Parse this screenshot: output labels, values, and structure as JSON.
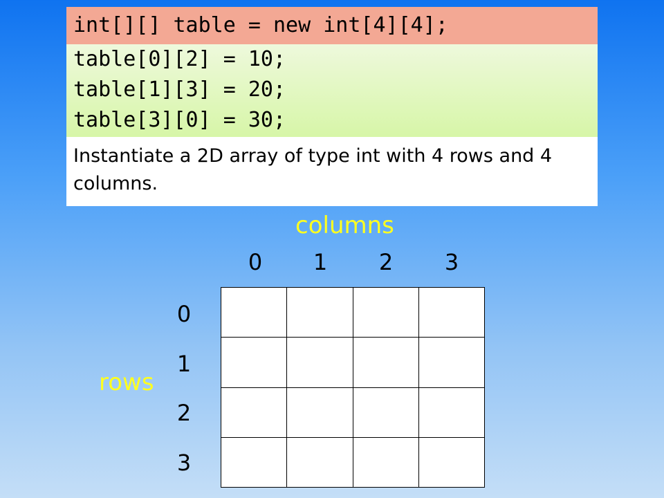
{
  "code": {
    "declaration": "int[][] table = new int[4][4];",
    "lines": [
      "table[0][2] = 10;",
      "table[1][3] = 20;",
      "table[3][0] = 30;"
    ]
  },
  "explanation": "Instantiate a 2D array of type int with 4 rows and 4 columns.",
  "diagram": {
    "columns_label": "columns",
    "rows_label": "rows",
    "column_indices": [
      "0",
      "1",
      "2",
      "3"
    ],
    "row_indices": [
      "0",
      "1",
      "2",
      "3"
    ],
    "cells": [
      [
        "",
        "",
        "",
        ""
      ],
      [
        "",
        "",
        "",
        ""
      ],
      [
        "",
        "",
        "",
        ""
      ],
      [
        "",
        "",
        "",
        ""
      ]
    ]
  },
  "colors": {
    "highlight": "#f3a894",
    "code_background": "#d6f6a6",
    "label_yellow": "#ffff1f"
  }
}
